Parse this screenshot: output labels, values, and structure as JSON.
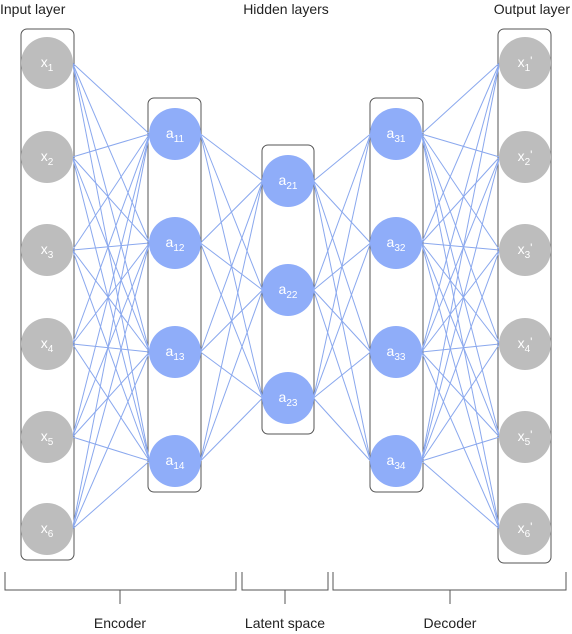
{
  "headers": {
    "input": "Input layer",
    "hidden": "Hidden layers",
    "output": "Output layer"
  },
  "sections": {
    "encoder": "Encoder",
    "latent": "Latent space",
    "decoder": "Decoder"
  },
  "colors": {
    "input_node": "#bdbdbd",
    "hidden_node": "#8fadf9",
    "edge": "#8aa8ee",
    "box": "#555555",
    "bracket": "#555555"
  },
  "layers": [
    {
      "id": "input",
      "nodes": [
        {
          "base": "x",
          "sub": "1",
          "prime": ""
        },
        {
          "base": "x",
          "sub": "2",
          "prime": ""
        },
        {
          "base": "x",
          "sub": "3",
          "prime": ""
        },
        {
          "base": "x",
          "sub": "4",
          "prime": ""
        },
        {
          "base": "x",
          "sub": "5",
          "prime": ""
        },
        {
          "base": "x",
          "sub": "6",
          "prime": ""
        }
      ]
    },
    {
      "id": "encoder-hidden",
      "nodes": [
        {
          "base": "a",
          "sub": "11",
          "prime": ""
        },
        {
          "base": "a",
          "sub": "12",
          "prime": ""
        },
        {
          "base": "a",
          "sub": "13",
          "prime": ""
        },
        {
          "base": "a",
          "sub": "14",
          "prime": ""
        }
      ]
    },
    {
      "id": "latent",
      "nodes": [
        {
          "base": "a",
          "sub": "21",
          "prime": ""
        },
        {
          "base": "a",
          "sub": "22",
          "prime": ""
        },
        {
          "base": "a",
          "sub": "23",
          "prime": ""
        }
      ]
    },
    {
      "id": "decoder-hidden",
      "nodes": [
        {
          "base": "a",
          "sub": "31",
          "prime": ""
        },
        {
          "base": "a",
          "sub": "32",
          "prime": ""
        },
        {
          "base": "a",
          "sub": "33",
          "prime": ""
        },
        {
          "base": "a",
          "sub": "34",
          "prime": ""
        }
      ]
    },
    {
      "id": "output",
      "nodes": [
        {
          "base": "x",
          "sub": "1",
          "prime": "'"
        },
        {
          "base": "x",
          "sub": "2",
          "prime": "'"
        },
        {
          "base": "x",
          "sub": "3",
          "prime": "'"
        },
        {
          "base": "x",
          "sub": "4",
          "prime": "'"
        },
        {
          "base": "x",
          "sub": "5",
          "prime": "'"
        },
        {
          "base": "x",
          "sub": "6",
          "prime": "'"
        }
      ]
    }
  ]
}
